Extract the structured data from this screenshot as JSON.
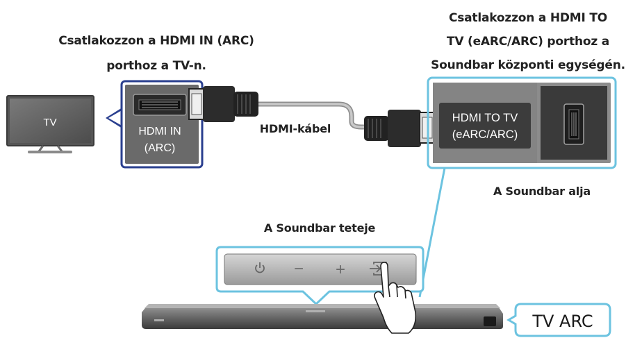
{
  "captions": {
    "tv_instruction": [
      "Csatlakozzon a HDMI IN (ARC)",
      "porthoz a TV-n."
    ],
    "soundbar_instruction": [
      "Csatlakozzon a HDMI TO",
      "TV (eARC/ARC) porthoz a",
      "Soundbar központi egységén."
    ],
    "cable_label": "HDMI-kábel",
    "soundbar_bottom": "A Soundbar alja",
    "soundbar_top": "A Soundbar teteje"
  },
  "tv": {
    "label": "TV"
  },
  "tv_port": {
    "label_line1": "HDMI IN",
    "label_line2": "(ARC)"
  },
  "soundbar_port": {
    "label_line1": "HDMI TO TV",
    "label_line2": "(eARC/ARC)"
  },
  "soundbar_buttons": {
    "power_icon": "power-icon",
    "volume_down": "−",
    "volume_up": "+",
    "source_icon": "source-icon"
  },
  "badge": {
    "label": "TV ARC"
  },
  "colors": {
    "tv_highlight": "#2a3f8f",
    "soundbar_highlight": "#6cc3e0",
    "dark_panel": "#3c3c3c",
    "cable": "#b8b8b8"
  }
}
